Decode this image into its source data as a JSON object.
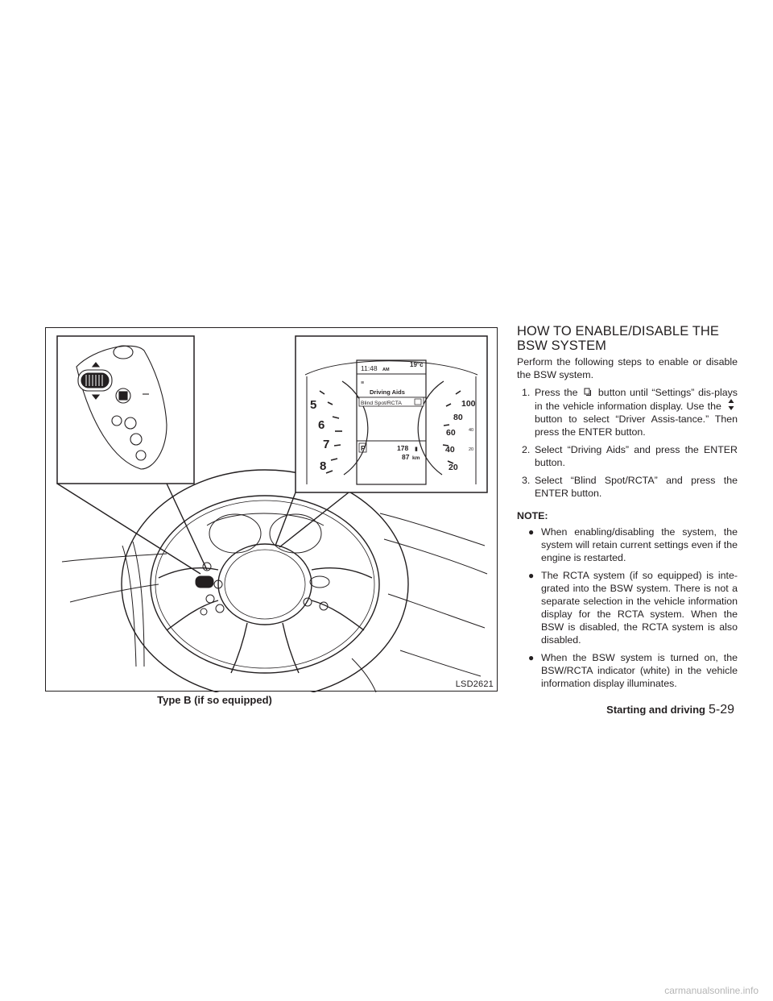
{
  "figure": {
    "code": "LSD2621",
    "caption": "Type B (if so equipped)",
    "display": {
      "time": "11:48",
      "ampm": "AM",
      "temp": "19°c",
      "menu_title": "Driving Aids",
      "menu_item": "Blind Spot/RCTA",
      "gear": "P",
      "odo_top": "178",
      "odo_bottom": "87",
      "odo_unit": "km"
    },
    "tach_labels": [
      "5",
      "6",
      "7",
      "8"
    ],
    "speed_labels": [
      "100",
      "80",
      "60",
      "40",
      "20"
    ],
    "speed_minor": [
      "40",
      "20"
    ]
  },
  "section": {
    "title": "HOW TO ENABLE/DISABLE THE BSW SYSTEM",
    "intro": "Perform the following steps to enable or disable the BSW system.",
    "steps": [
      {
        "num": "1.",
        "a": "Press the",
        "b": "button until “Settings” dis-plays in the vehicle information display. Use the",
        "c": "button to select “Driver Assis-tance.” Then press the ENTER button."
      },
      {
        "num": "2.",
        "text": "Select “Driving Aids” and press the ENTER button."
      },
      {
        "num": "3.",
        "text": "Select “Blind Spot/RCTA” and press the ENTER button."
      }
    ],
    "note_label": "NOTE:",
    "notes": [
      "When enabling/disabling the system, the system will retain current settings even if the engine is restarted.",
      "The RCTA system (if so equipped) is inte-grated into the BSW system. There is not a separate selection in the vehicle information display for the RCTA system. When the BSW is disabled, the RCTA system is also disabled.",
      "When the BSW system is turned on, the BSW/RCTA indicator (white) in the vehicle information display illuminates."
    ]
  },
  "footer": {
    "section": "Starting and driving",
    "page": "5-29"
  },
  "watermark": "carmanualsonline.info"
}
